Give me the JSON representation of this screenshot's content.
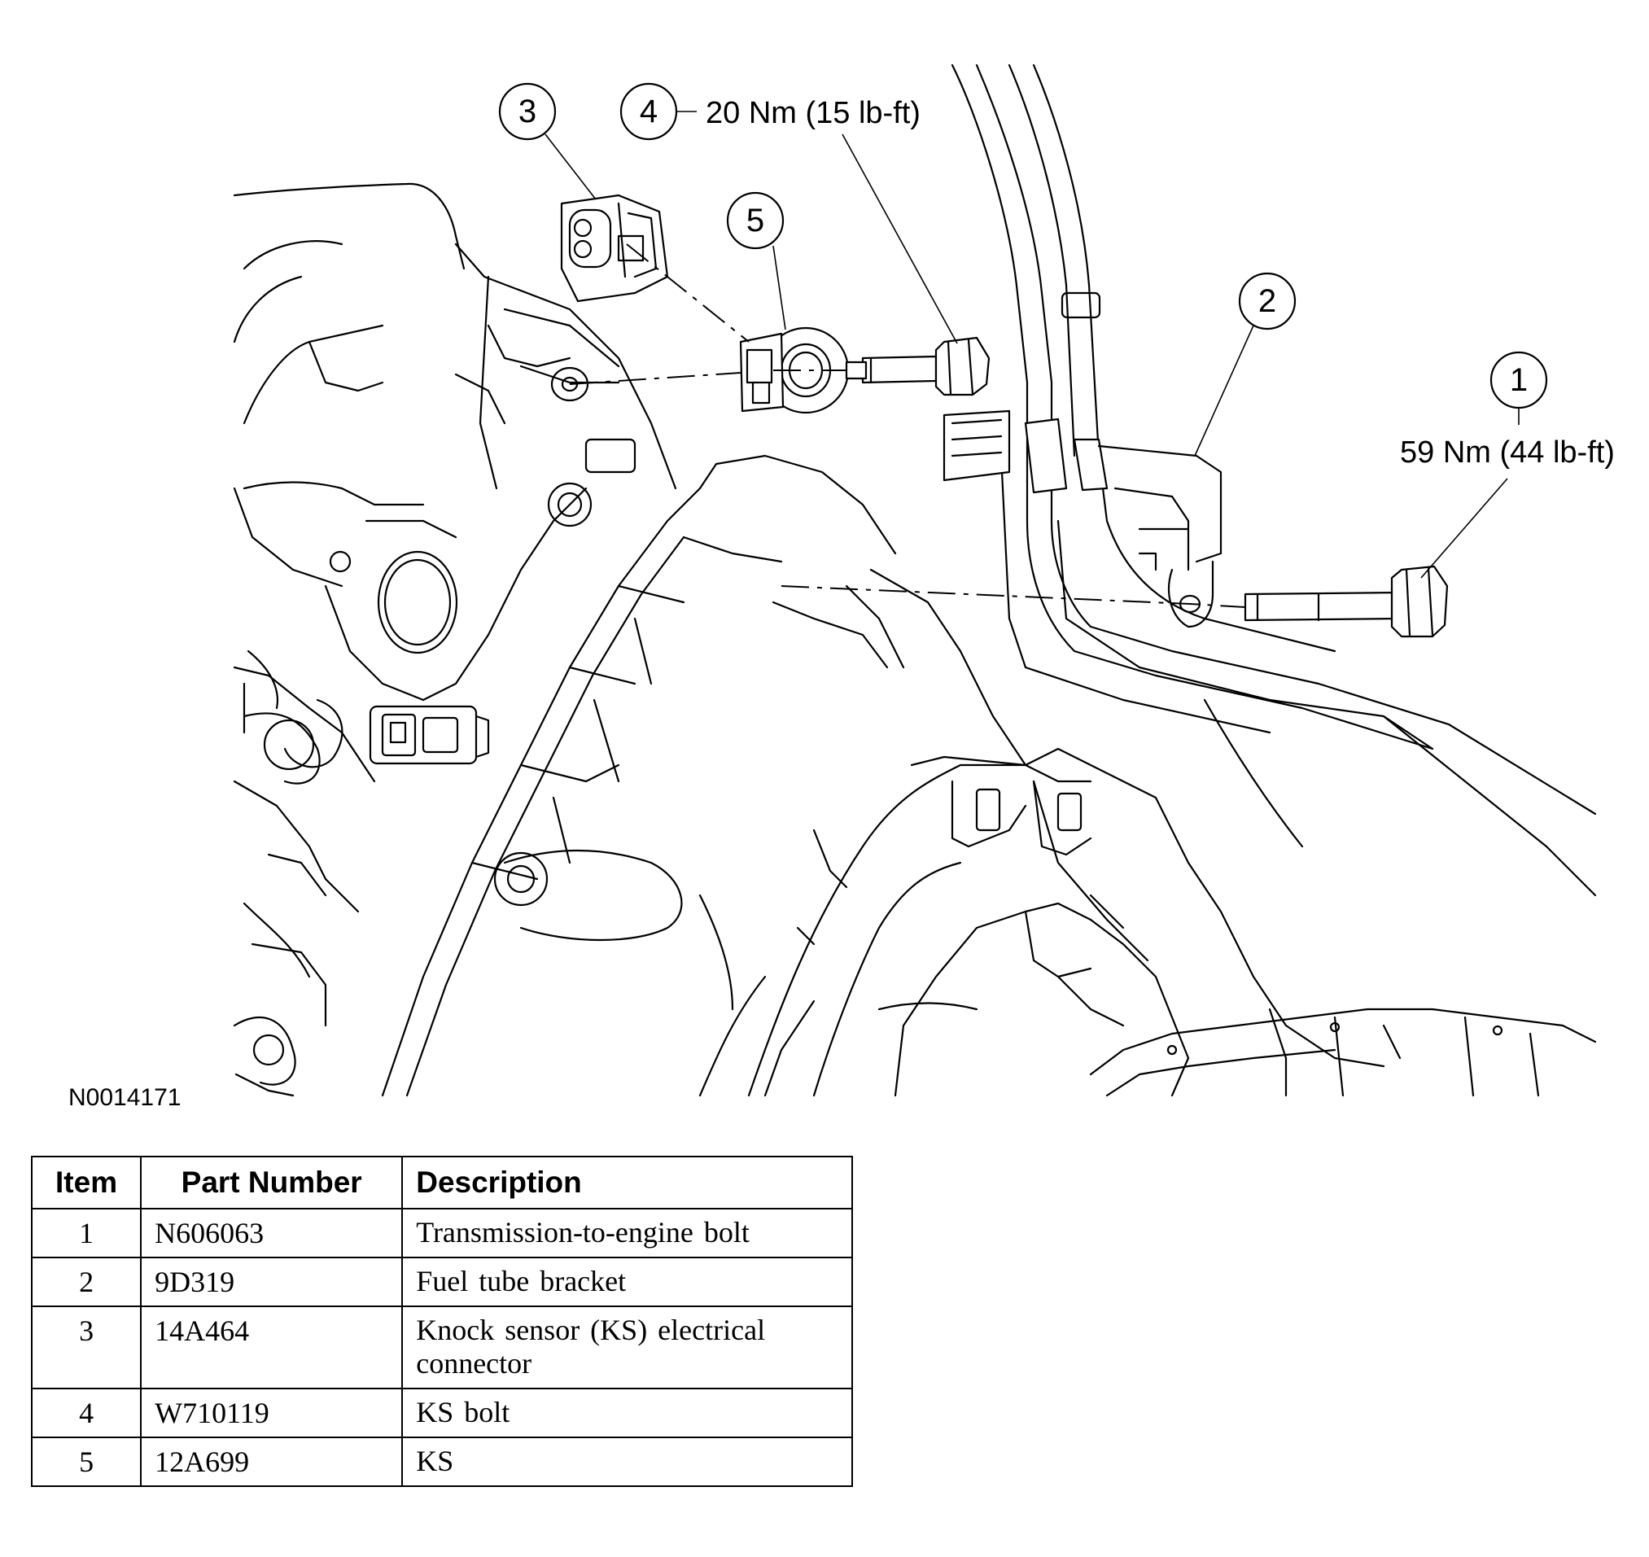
{
  "figure_id": "N0014171",
  "callouts": [
    {
      "num": "1",
      "torque": "59 Nm (44 lb-ft)"
    },
    {
      "num": "2",
      "torque": ""
    },
    {
      "num": "3",
      "torque": ""
    },
    {
      "num": "4",
      "torque": "20 Nm (15 lb-ft)"
    },
    {
      "num": "5",
      "torque": ""
    }
  ],
  "table": {
    "headers": {
      "item": "Item",
      "part": "Part Number",
      "desc": "Description"
    },
    "rows": [
      {
        "item": "1",
        "part": "N606063",
        "desc": "Transmission-to-engine bolt"
      },
      {
        "item": "2",
        "part": "9D319",
        "desc": "Fuel tube bracket"
      },
      {
        "item": "3",
        "part": "14A464",
        "desc": "Knock sensor (KS) electrical connector"
      },
      {
        "item": "4",
        "part": "W710119",
        "desc": "KS bolt"
      },
      {
        "item": "5",
        "part": "12A699",
        "desc": "KS"
      }
    ]
  }
}
